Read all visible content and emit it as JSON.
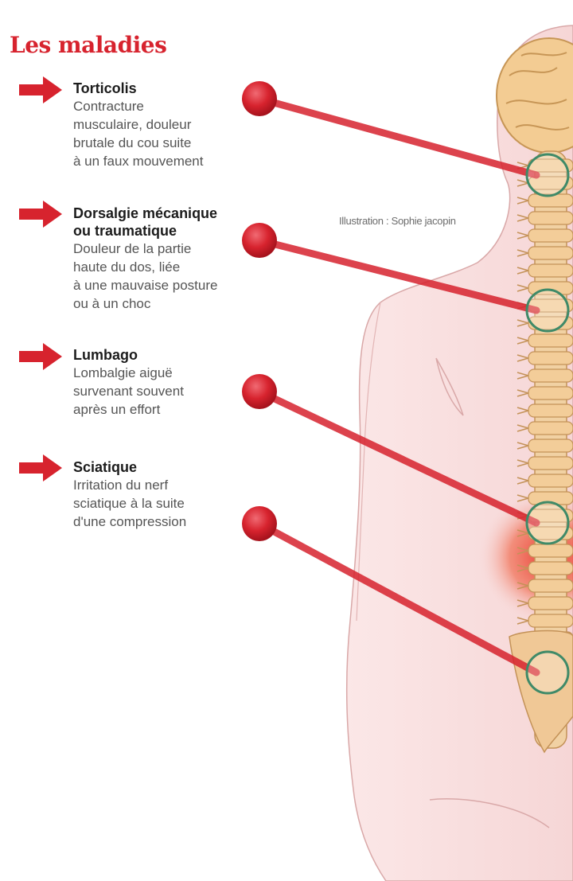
{
  "title": "Les maladies",
  "credit": "Illustration : Sophie jacopin",
  "colors": {
    "accent": "#d7232e",
    "skin": "#f7dede",
    "bone": "#efc48e",
    "ring": "#3f8a68",
    "pain": "#e8312b"
  },
  "diseases": [
    {
      "name": "Torticolis",
      "description": "Contracture\nmusculaire, douleur\nbrutale du cou suite\nà un faux mouvement",
      "icon": "arrow-right-icon"
    },
    {
      "name": "Dorsalgie mécanique\nou traumatique",
      "description": "Douleur de la partie\nhaute du dos, liée\nà une mauvaise posture\nou à un choc",
      "icon": "arrow-right-icon"
    },
    {
      "name": "Lumbago",
      "description": "Lombalgie aiguë\nsurvenant souvent\naprès un effort",
      "icon": "arrow-right-icon"
    },
    {
      "name": "Sciatique",
      "description": "Irritation du nerf\nsciatique à la suite\nd'une compression",
      "icon": "arrow-right-icon"
    }
  ]
}
